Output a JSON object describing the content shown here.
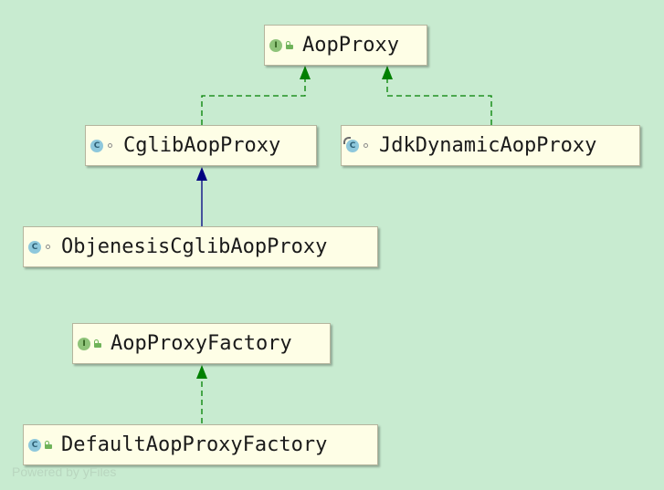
{
  "nodes": [
    {
      "id": "aop-proxy",
      "name": "AopProxy",
      "kind": "interface",
      "badge": "I",
      "visibility": "public"
    },
    {
      "id": "cglib-aop-proxy",
      "name": "CglibAopProxy",
      "kind": "class",
      "badge": "C",
      "visibility": "package"
    },
    {
      "id": "jdk-dynamic-aop-proxy",
      "name": "JdkDynamicAopProxy",
      "kind": "abstract-class",
      "badge": "C",
      "visibility": "package"
    },
    {
      "id": "objenesis-cglib-aop-proxy",
      "name": "ObjenesisCglibAopProxy",
      "kind": "class",
      "badge": "C",
      "visibility": "package"
    },
    {
      "id": "aop-proxy-factory",
      "name": "AopProxyFactory",
      "kind": "interface",
      "badge": "I",
      "visibility": "public"
    },
    {
      "id": "default-aop-proxy-factory",
      "name": "DefaultAopProxyFactory",
      "kind": "class",
      "badge": "C",
      "visibility": "public"
    }
  ],
  "edges": [
    {
      "from": "cglib-aop-proxy",
      "to": "aop-proxy",
      "relation": "implements",
      "style": "dashed",
      "color": "#008000"
    },
    {
      "from": "jdk-dynamic-aop-proxy",
      "to": "aop-proxy",
      "relation": "implements",
      "style": "dashed",
      "color": "#008000"
    },
    {
      "from": "objenesis-cglib-aop-proxy",
      "to": "cglib-aop-proxy",
      "relation": "extends",
      "style": "solid",
      "color": "#000080"
    },
    {
      "from": "default-aop-proxy-factory",
      "to": "aop-proxy-factory",
      "relation": "implements",
      "style": "dashed",
      "color": "#008000"
    }
  ],
  "watermark": "Powered by yFiles",
  "colors": {
    "background": "#c8ebd0",
    "node_fill": "#fefee6",
    "implements": "#008000",
    "extends": "#000080"
  }
}
